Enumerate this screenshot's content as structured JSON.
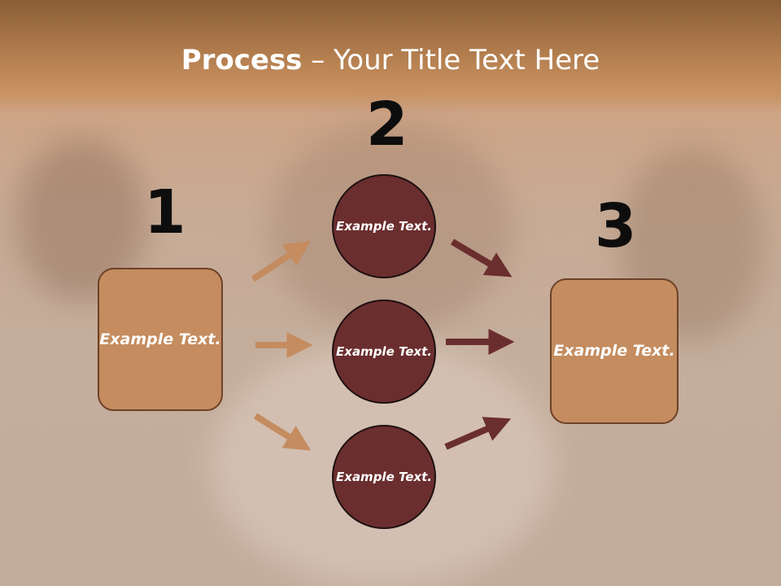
{
  "title": {
    "bold": "Process",
    "rest": " – Your Title Text Here"
  },
  "steps": {
    "one": "1",
    "two": "2",
    "three": "3"
  },
  "left_box": {
    "text": "Example Text."
  },
  "circles": [
    {
      "text": "Example Text."
    },
    {
      "text": "Example Text."
    },
    {
      "text": "Example Text."
    }
  ],
  "right_box": {
    "text": "Example Text."
  },
  "colors": {
    "box_fill": "#c48c5f",
    "circle_fill": "#6b2e2e",
    "arrow_light": "#c48c5f",
    "arrow_dark": "#6b2e2e"
  }
}
